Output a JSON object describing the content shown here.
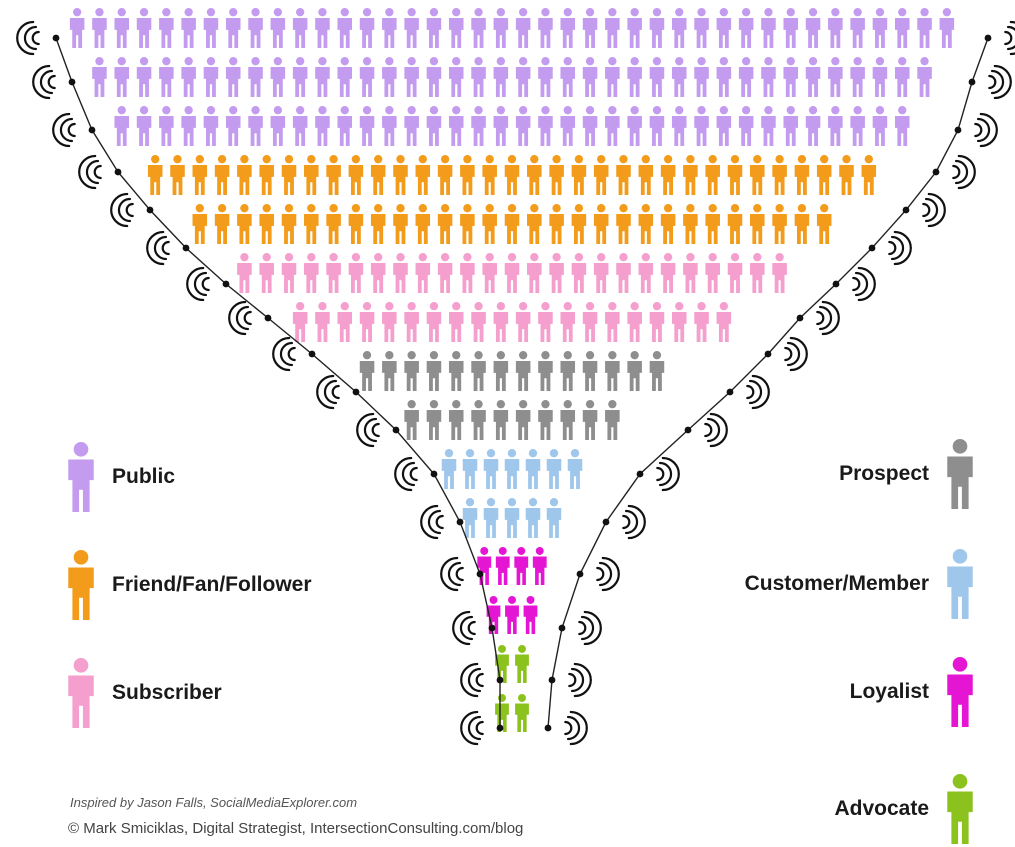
{
  "legend": {
    "left": [
      {
        "key": "public",
        "label": "Public",
        "color": "#c39cf0"
      },
      {
        "key": "friend",
        "label": "Friend/Fan/Follower",
        "color": "#f39b1a"
      },
      {
        "key": "subscriber",
        "label": "Subscriber",
        "color": "#f49fcd"
      }
    ],
    "right": [
      {
        "key": "prospect",
        "label": "Prospect",
        "color": "#8e8e8e"
      },
      {
        "key": "customer",
        "label": "Customer/Member",
        "color": "#9fc7ec"
      },
      {
        "key": "loyalist",
        "label": "Loyalist",
        "color": "#e515d4"
      },
      {
        "key": "advocate",
        "label": "Advocate",
        "color": "#8cc21e"
      }
    ]
  },
  "funnel": {
    "rows": [
      {
        "category": "public",
        "count": 40
      },
      {
        "category": "public",
        "count": 38
      },
      {
        "category": "public",
        "count": 36
      },
      {
        "category": "friend",
        "count": 33
      },
      {
        "category": "friend",
        "count": 29
      },
      {
        "category": "subscriber",
        "count": 25
      },
      {
        "category": "subscriber",
        "count": 20
      },
      {
        "category": "prospect",
        "count": 14
      },
      {
        "category": "prospect",
        "count": 10
      },
      {
        "category": "customer",
        "count": 7
      },
      {
        "category": "customer",
        "count": 5
      },
      {
        "category": "loyalist",
        "count": 4
      },
      {
        "category": "loyalist",
        "count": 3
      },
      {
        "category": "advocate",
        "count": 2
      },
      {
        "category": "advocate",
        "count": 2
      }
    ]
  },
  "credits": {
    "inspired": "Inspired by Jason Falls, SocialMediaExplorer.com",
    "copyright": "© Mark Smiciklas, Digital Strategist, IntersectionConsulting.com/blog"
  }
}
